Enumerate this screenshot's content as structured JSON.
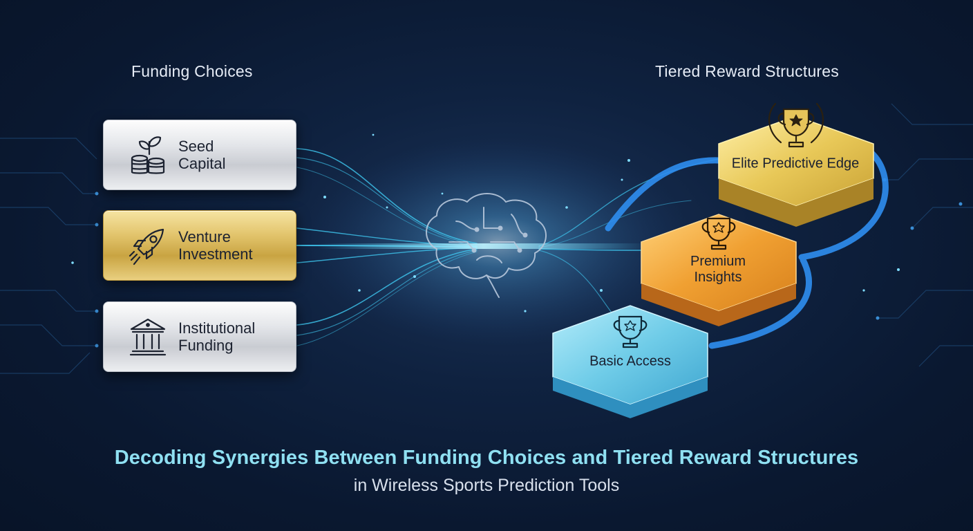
{
  "left_column": {
    "heading": "Funding Choices",
    "cards": [
      {
        "label": "Seed\nCapital",
        "icon": "seed-coins-icon",
        "style": "silver"
      },
      {
        "label": "Venture\nInvestment",
        "icon": "rocket-icon",
        "style": "gold"
      },
      {
        "label": "Institutional\nFunding",
        "icon": "bank-building-icon",
        "style": "silver"
      }
    ]
  },
  "center": {
    "icon": "circuit-brain-icon"
  },
  "right_column": {
    "heading": "Tiered Reward Structures",
    "tiers": [
      {
        "label": "Elite Predictive Edge",
        "icon": "trophy-laurel-icon",
        "color": "#e2c050"
      },
      {
        "label": "Premium\nInsights",
        "icon": "trophy-icon",
        "color": "#eb9a2c"
      },
      {
        "label": "Basic Access",
        "icon": "trophy-icon",
        "color": "#5cc4e4"
      }
    ]
  },
  "footer": {
    "title": "Decoding Synergies Between Funding Choices and Tiered Reward Structures",
    "subtitle": "in Wireless Sports Prediction Tools"
  },
  "colors": {
    "background": "#0a1830",
    "accent_cyan": "#4fd8ff",
    "connector_blue": "#2f8ef0",
    "title": "#8fe0f2"
  }
}
